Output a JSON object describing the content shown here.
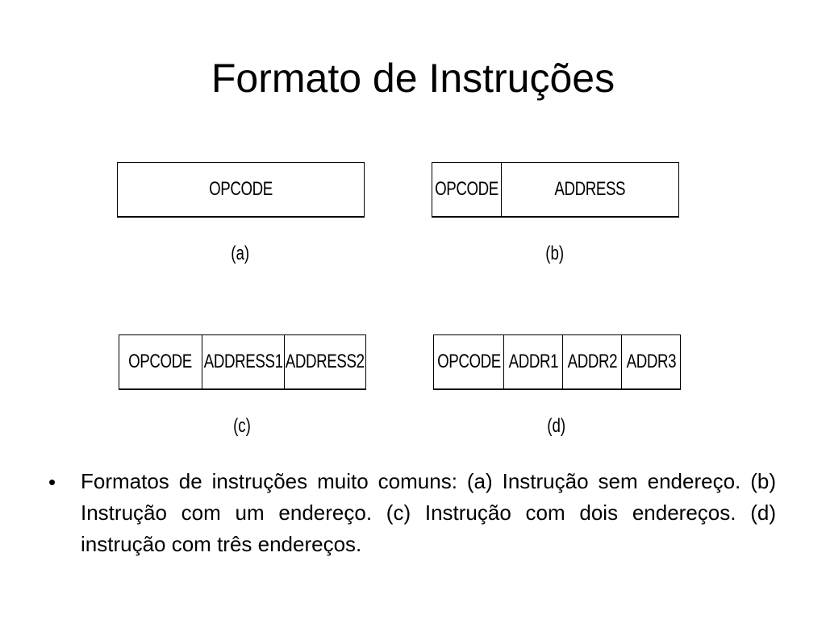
{
  "slide": {
    "title": "Formato de Instruções"
  },
  "formats": {
    "a": {
      "fields": [
        "OPCODE"
      ],
      "caption": "(a)"
    },
    "b": {
      "fields": [
        "OPCODE",
        "ADDRESS"
      ],
      "caption": "(b)"
    },
    "c": {
      "fields": [
        "OPCODE",
        "ADDRESS1",
        "ADDRESS2"
      ],
      "caption": "(c)"
    },
    "d": {
      "fields": [
        "OPCODE",
        "ADDR1",
        "ADDR2",
        "ADDR3"
      ],
      "caption": "(d)"
    }
  },
  "bullet": {
    "symbol": "•",
    "text": "Formatos de instruções muito comuns: (a) Instrução sem endereço. (b) Instrução com um endereço. (c) Instrução com dois endereços. (d) instrução com três endereços."
  }
}
